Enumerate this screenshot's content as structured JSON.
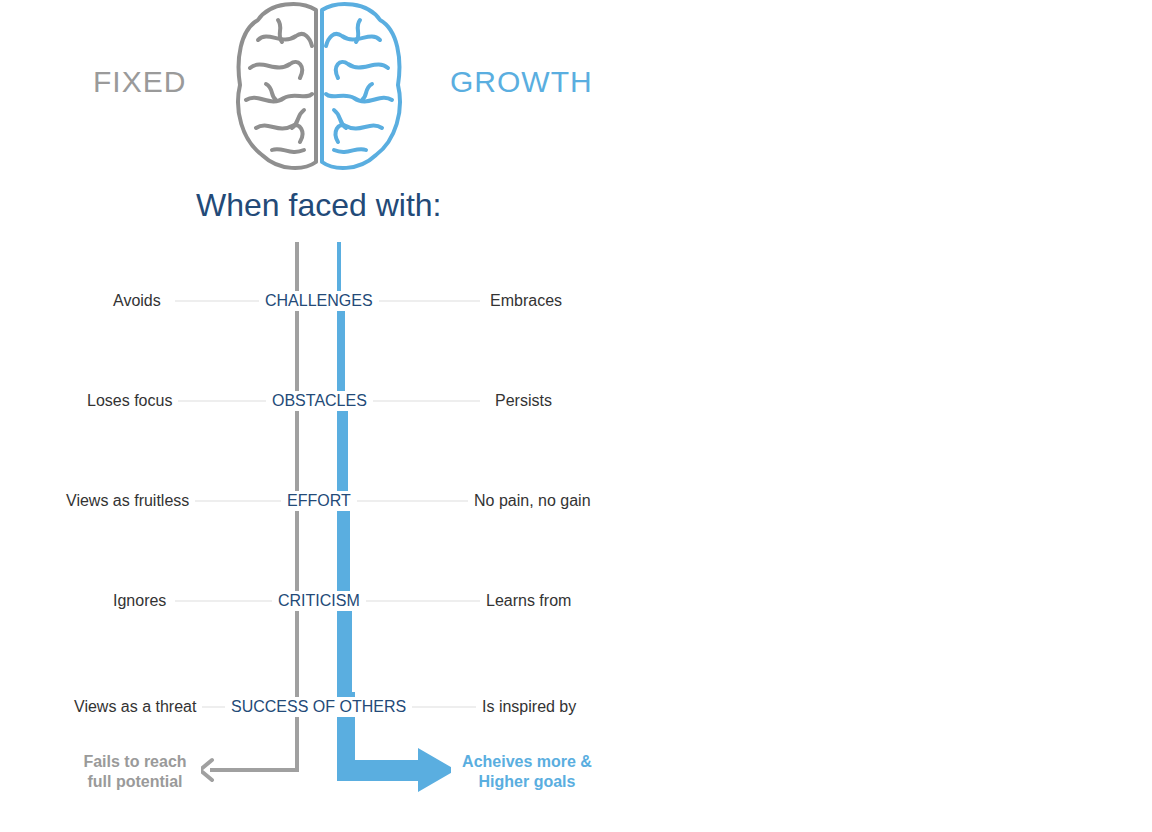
{
  "diagram": {
    "title": "When faced with:",
    "labels": [
      "FIXED",
      "GROWTH",
      "Avoids",
      "CHALLENGES",
      "Embraces",
      "Loses focus",
      "OBSTACLES",
      "Persists",
      "Views as fruitless",
      "EFFORT",
      "No pain, no gain",
      "Ignores",
      "CRITICISM",
      "Learns from",
      "Views as a threat",
      "SUCCESS OF OTHERS",
      "Is inspired by",
      "Fails to reach full potential",
      "Acheives more & Higher goals"
    ]
  }
}
